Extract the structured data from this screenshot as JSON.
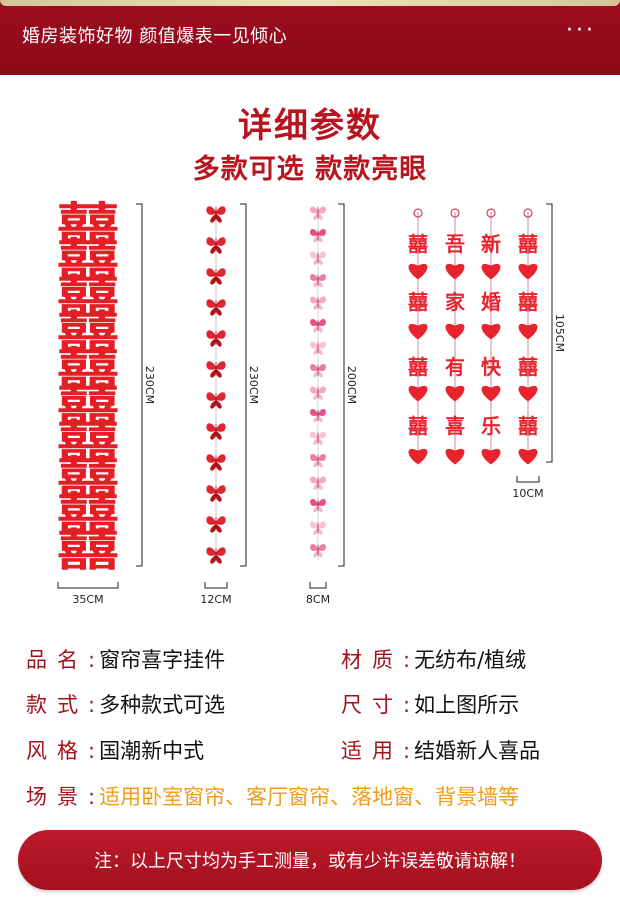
{
  "header": {
    "title": "婚房装饰好物 颜值爆表一见倾心",
    "more_icon": "more-dots-icon"
  },
  "heading": {
    "title": "详细参数",
    "subtitle": "多款可选 款款亮眼"
  },
  "products": {
    "xi_banner": {
      "char": "囍",
      "height_label": "230CM",
      "width_label": "35CM",
      "color": "#e31e24"
    },
    "red_butterfly": {
      "height_label": "230CM",
      "width_label": "12CM",
      "color": "#e02530"
    },
    "pink_butterfly": {
      "height_label": "200CM",
      "width_label": "8CM",
      "color": "#f07aa5"
    },
    "heart_strings": {
      "height_label": "105CM",
      "width_label": "10CM",
      "color": "#e8232e",
      "strands": [
        [
          "囍",
          "囍",
          "囍",
          "囍"
        ],
        [
          "吾",
          "家",
          "有",
          "喜"
        ],
        [
          "新",
          "婚",
          "快",
          "乐"
        ],
        [
          "囍",
          "囍",
          "囍",
          "囍"
        ]
      ]
    }
  },
  "specs": [
    {
      "key": "品名",
      "value": "窗帘喜字挂件"
    },
    {
      "key": "材质",
      "value": "无纺布/植绒"
    },
    {
      "key": "款式",
      "value": "多种款式可选"
    },
    {
      "key": "尺寸",
      "value": "如上图所示"
    },
    {
      "key": "风格",
      "value": "国潮新中式"
    },
    {
      "key": "适用",
      "value": "结婚新人喜品"
    },
    {
      "key": "场景",
      "value": "适用卧室窗帘、客厅窗帘、落地窗、背景墙等"
    }
  ],
  "notice": "注：以上尺寸均为手工测量，或有少许误差敬请谅解！",
  "colors": {
    "brand_red": "#a3121d",
    "highlight_orange": "#f39a16"
  }
}
